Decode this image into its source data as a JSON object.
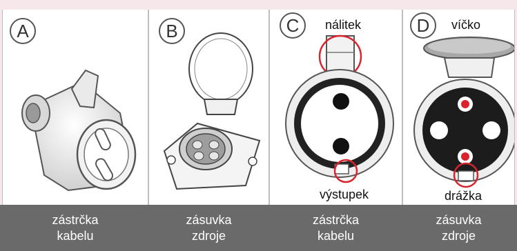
{
  "panels": [
    {
      "letter": "A",
      "caption_line1": "zástrčka",
      "caption_line2": "kabelu"
    },
    {
      "letter": "B",
      "caption_line1": "zásuvka",
      "caption_line2": "zdroje"
    },
    {
      "letter": "C",
      "caption_line1": "zástrčka",
      "caption_line2": "kabelu",
      "callout_top": "nálitek",
      "callout_bottom": "výstupek"
    },
    {
      "letter": "D",
      "caption_line1": "zásuvka",
      "caption_line2": "zdroje",
      "callout_top": "víčko",
      "callout_bottom": "drážka"
    }
  ],
  "colors": {
    "background": "#f6e7ea",
    "caption_bar": "#6a6a6a",
    "highlight": "#d9232d"
  }
}
